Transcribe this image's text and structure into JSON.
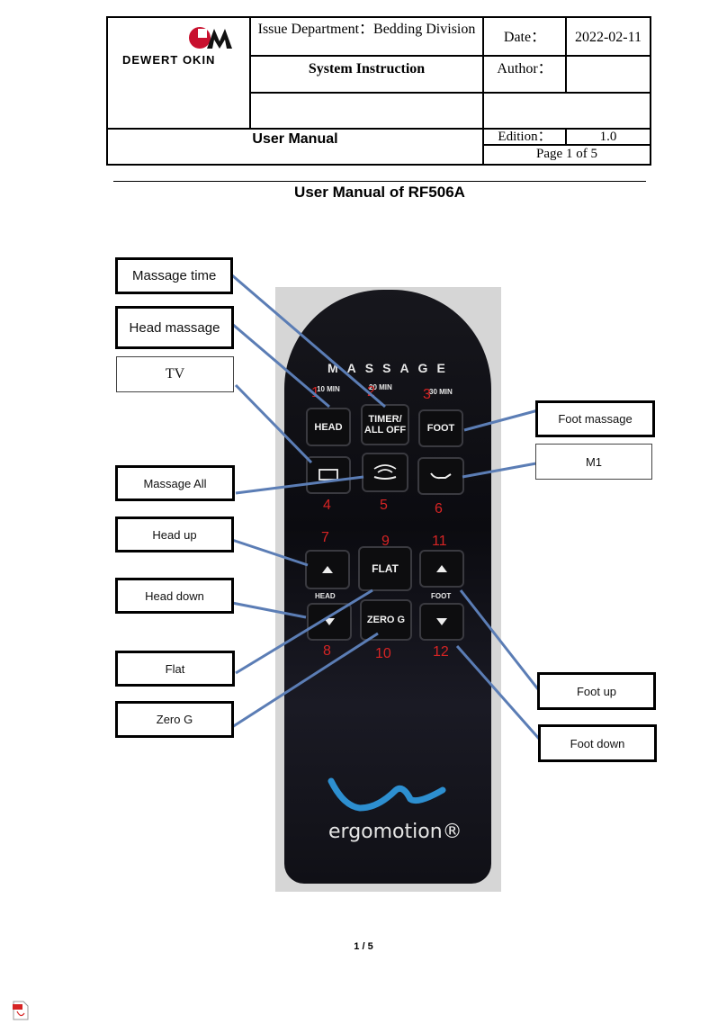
{
  "header": {
    "company": "DEWERT OKIN",
    "issue_department": "Issue Department：Bedding Division",
    "date_label": "Date：",
    "date_value": "2022-02-11",
    "system_instruction": "System Instruction",
    "author_label": "Author：",
    "author_value": "",
    "user_manual": "User Manual",
    "edition_label": "Edition：",
    "edition_value": "1.0",
    "page_info": "Page 1 of 5"
  },
  "document_title": "User Manual of RF506A",
  "callouts": {
    "massage_time": "Massage time",
    "head_massage": "Head massage",
    "tv": "TV",
    "massage_all": "Massage All",
    "head_up": "Head up",
    "head_down": "Head down",
    "flat": "Flat",
    "zero_g": "Zero G",
    "foot_massage": "Foot massage",
    "m1": "M1",
    "foot_up": "Foot up",
    "foot_down": "Foot down"
  },
  "remote": {
    "massage_word": "MASSAGE",
    "timer_10": "10 MIN",
    "timer_20": "20 MIN",
    "timer_30": "30 MIN",
    "head_btn": "HEAD",
    "timer_btn_line1": "TIMER/",
    "timer_btn_line2": "ALL OFF",
    "foot_btn": "FOOT",
    "flat_btn": "FLAT",
    "zerog_btn": "ZERO G",
    "head_label": "HEAD",
    "foot_label": "FOOT",
    "brand": "ergomotion®",
    "numbers": [
      "1",
      "2",
      "3",
      "4",
      "5",
      "6",
      "7",
      "8",
      "9",
      "10",
      "11",
      "12"
    ]
  },
  "footer": {
    "page_number": "1 / 5"
  },
  "colors": {
    "callout_line": "#5b7db5",
    "annotation_red": "#d62424",
    "remote_body": "#0b0b10"
  }
}
